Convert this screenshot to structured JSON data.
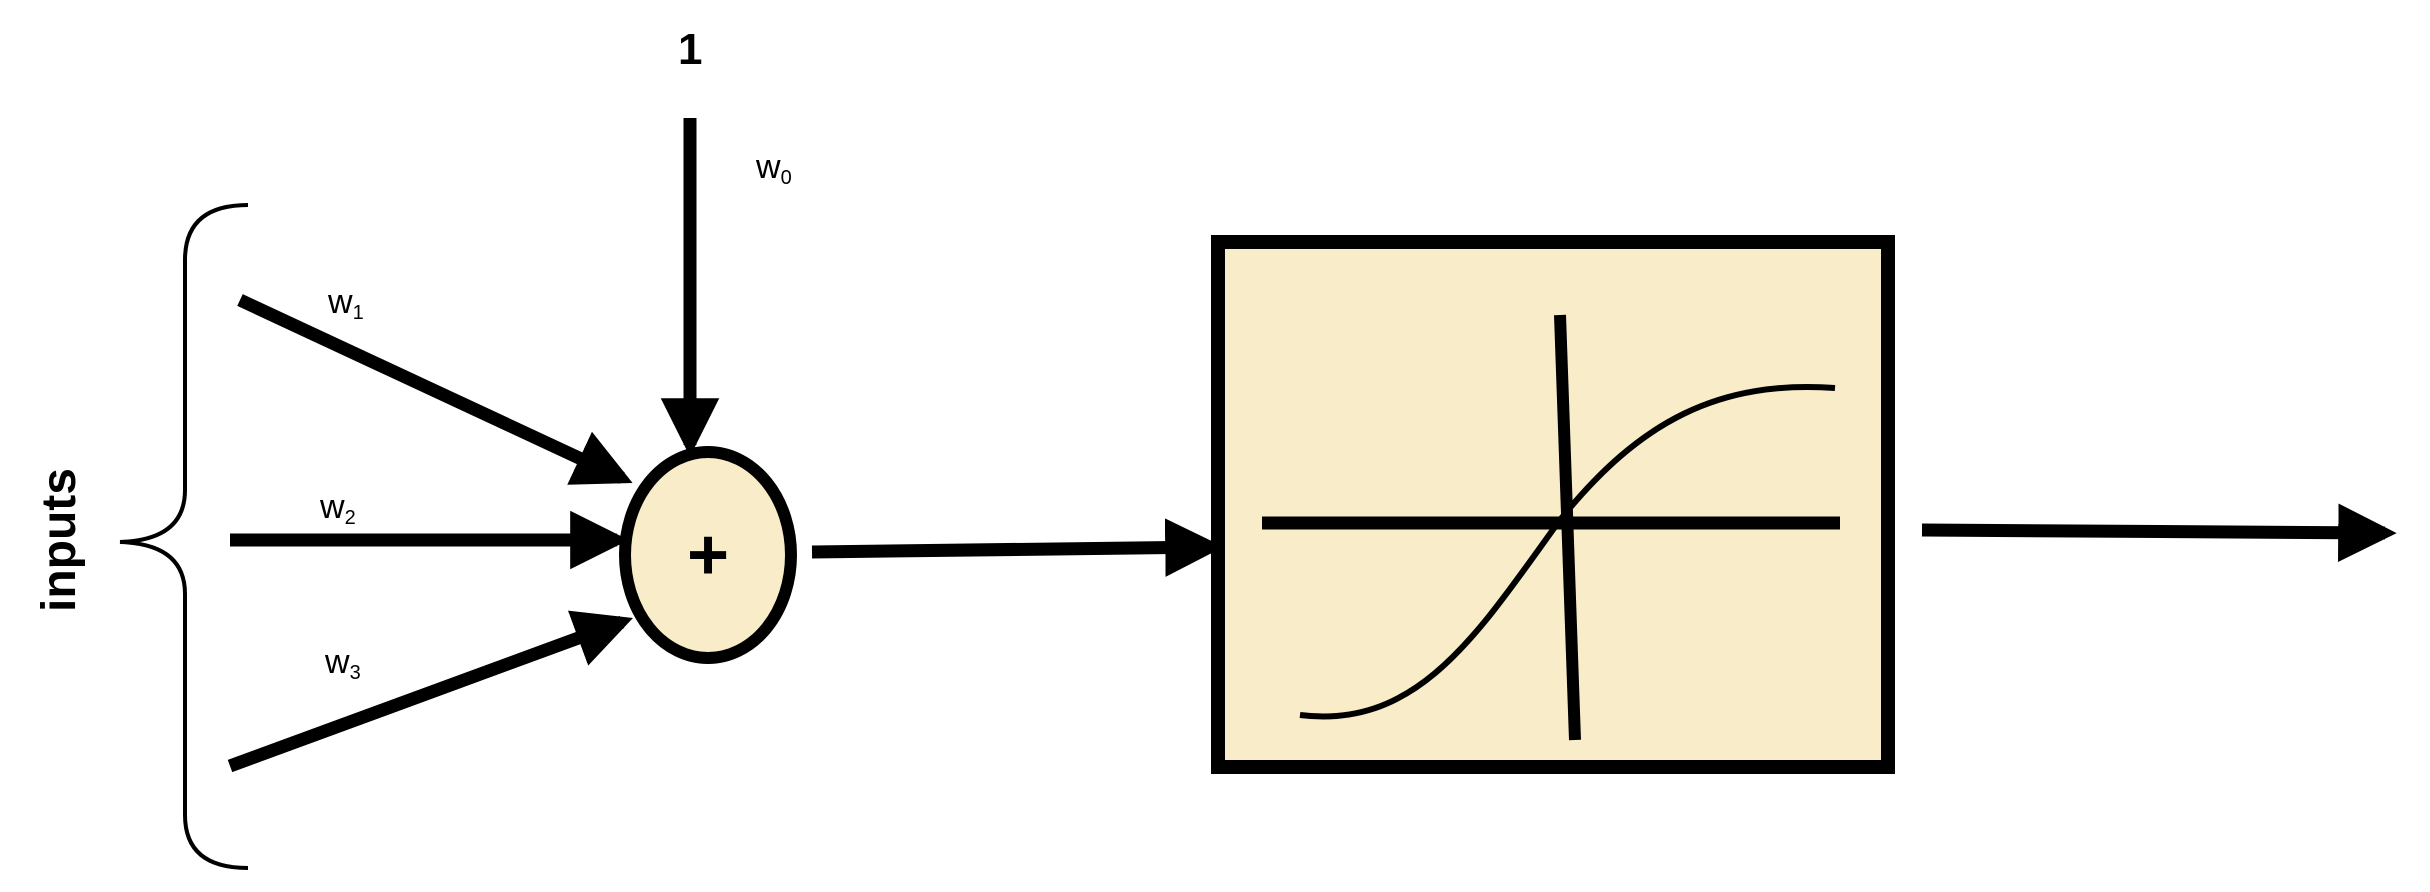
{
  "diagram": {
    "bias_input": "1",
    "weights": {
      "w0": {
        "base": "w",
        "sub": "0"
      },
      "w1": {
        "base": "w",
        "sub": "1"
      },
      "w2": {
        "base": "w",
        "sub": "2"
      },
      "w3": {
        "base": "w",
        "sub": "3"
      }
    },
    "inputs_label": "inputs",
    "summation_symbol": "+",
    "colors": {
      "node_fill": "#f9ecc8",
      "stroke": "#000000",
      "background": "#ffffff"
    },
    "icons": {
      "summation": "summation-node",
      "activation": "sigmoid-activation-icon"
    }
  }
}
